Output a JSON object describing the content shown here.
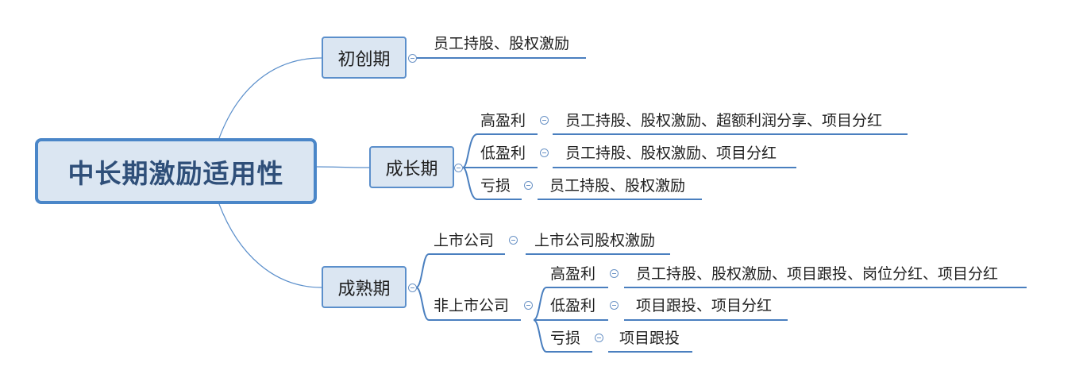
{
  "root": {
    "title": "中长期激励适用性"
  },
  "stages": {
    "startup": {
      "name": "初创期",
      "plan": "员工持股、股权激励"
    },
    "growth": {
      "name": "成长期",
      "high_profit": {
        "label": "高盈利",
        "plan": "员工持股、股权激励、超额利润分享、项目分红"
      },
      "low_profit": {
        "label": "低盈利",
        "plan": "员工持股、股权激励、项目分红"
      },
      "loss": {
        "label": "亏损",
        "plan": "员工持股、股权激励"
      }
    },
    "mature": {
      "name": "成熟期",
      "listed": {
        "label": "上市公司",
        "plan": "上市公司股权激励"
      },
      "unlisted": {
        "label": "非上市公司",
        "high_profit": {
          "label": "高盈利",
          "plan": "员工持股、股权激励、项目跟投、岗位分红、项目分红"
        },
        "low_profit": {
          "label": "低盈利",
          "plan": "项目跟投、项目分红"
        },
        "loss": {
          "label": "亏损",
          "plan": "项目跟投"
        }
      }
    }
  },
  "colors": {
    "line": "#4a7fbf",
    "node_fill": "#dbe6f2",
    "node_border": "#5b8fcb",
    "root_text": "#2f4f79"
  }
}
